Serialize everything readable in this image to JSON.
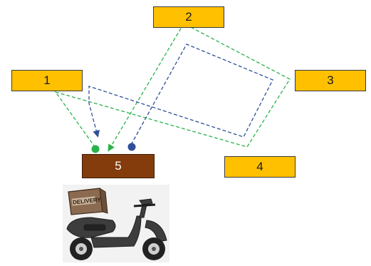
{
  "nodes": {
    "n1": "1",
    "n2": "2",
    "n3": "3",
    "n4": "4",
    "depot": "5"
  },
  "scooter_sign": "DELIVERY",
  "colors": {
    "node_fill": "#ffc000",
    "depot_fill": "#843c0c",
    "green_route": "#2ab24a",
    "blue_route": "#2f4f9a",
    "scooter_body": "#3d3d3d",
    "box_fill": "#8b6a50"
  }
}
